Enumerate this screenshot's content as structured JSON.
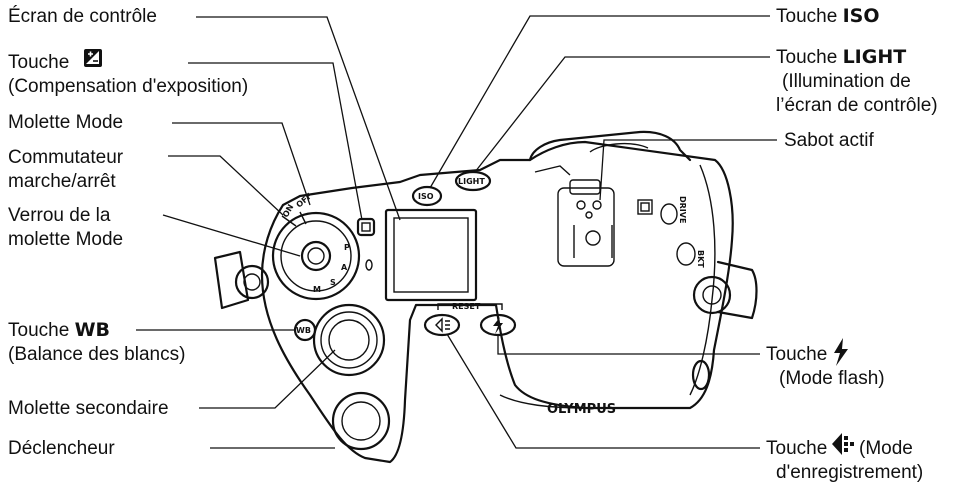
{
  "labels": {
    "ecran": "Écran de contrôle",
    "exposure_prefix": "Touche",
    "exposure_desc": "(Compensation d'exposition)",
    "molette_mode": "Molette Mode",
    "commutateur_1": "Commutateur",
    "commutateur_2": "marche/arrêt",
    "verrou_1": "Verrou de la",
    "verrou_2": "molette Mode",
    "wb_prefix": "Touche",
    "wb_key": "WB",
    "wb_desc": "(Balance des blancs)",
    "molette_secondaire": "Molette secondaire",
    "declencheur": "Déclencheur",
    "iso_prefix": "Touche",
    "iso_key": "ISO",
    "light_prefix": "Touche",
    "light_key": "LIGHT",
    "light_desc_1": "(Illumination de",
    "light_desc_2": "l’écran de contrôle)",
    "sabot": "Sabot actif",
    "flash_prefix": "Touche",
    "flash_desc": "(Mode flash)",
    "record_prefix": "Touche",
    "record_desc_1": "(Mode",
    "record_desc_2": "d'enregistrement)"
  },
  "camera": {
    "brand": "OLYMPUS",
    "button_iso": "ISO",
    "button_light": "LIGHT",
    "button_wb": "WB",
    "button_reset": "RESET",
    "button_drive": "DRIVE",
    "button_bkt": "BKT",
    "dial_letters": [
      "P",
      "A",
      "S",
      "M"
    ],
    "switch_on": "ON",
    "switch_off": "OFF"
  },
  "icons": [
    "exposure-compensation-icon",
    "flash-icon",
    "record-mode-icon"
  ]
}
